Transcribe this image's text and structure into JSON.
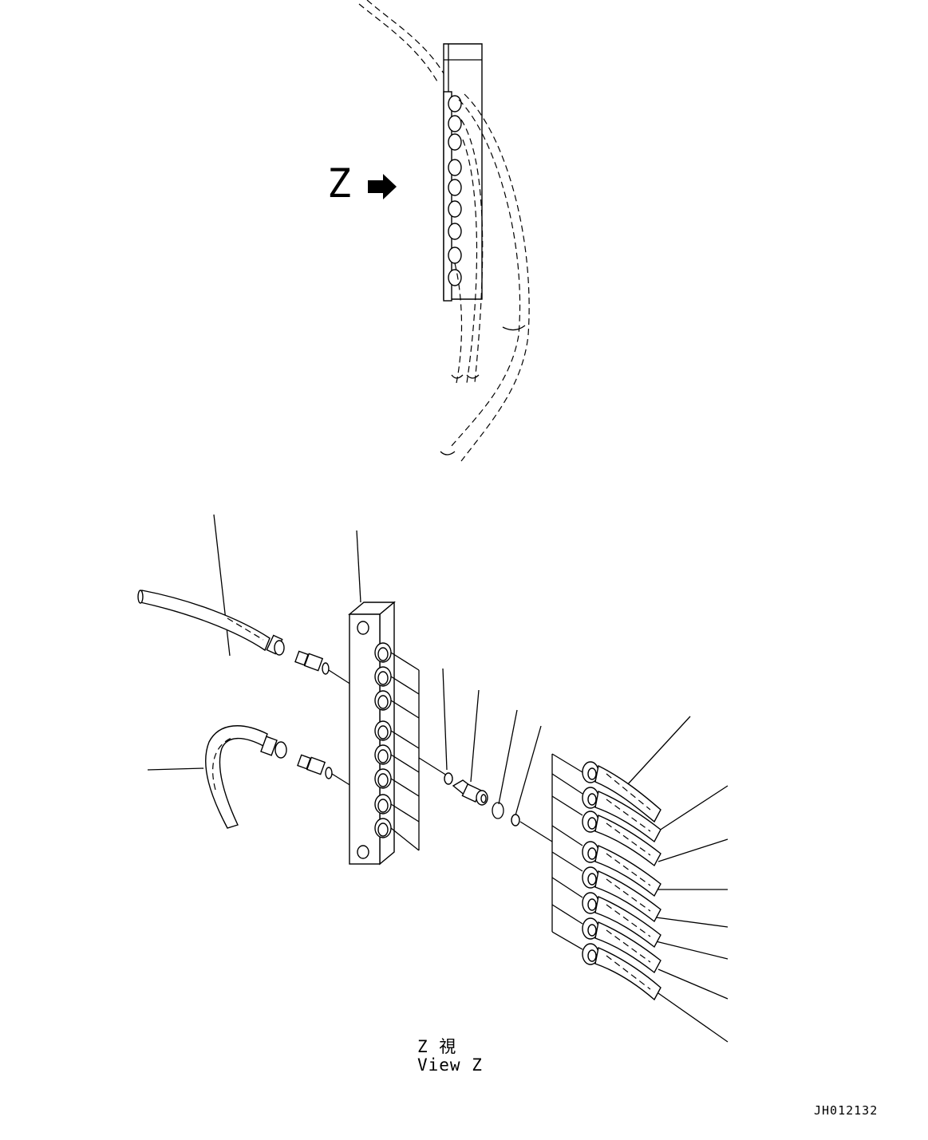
{
  "labels": {
    "z_marker": "Z",
    "view_jp": "Z 視",
    "view_en": "View Z",
    "drawing_id": "JH012132"
  }
}
